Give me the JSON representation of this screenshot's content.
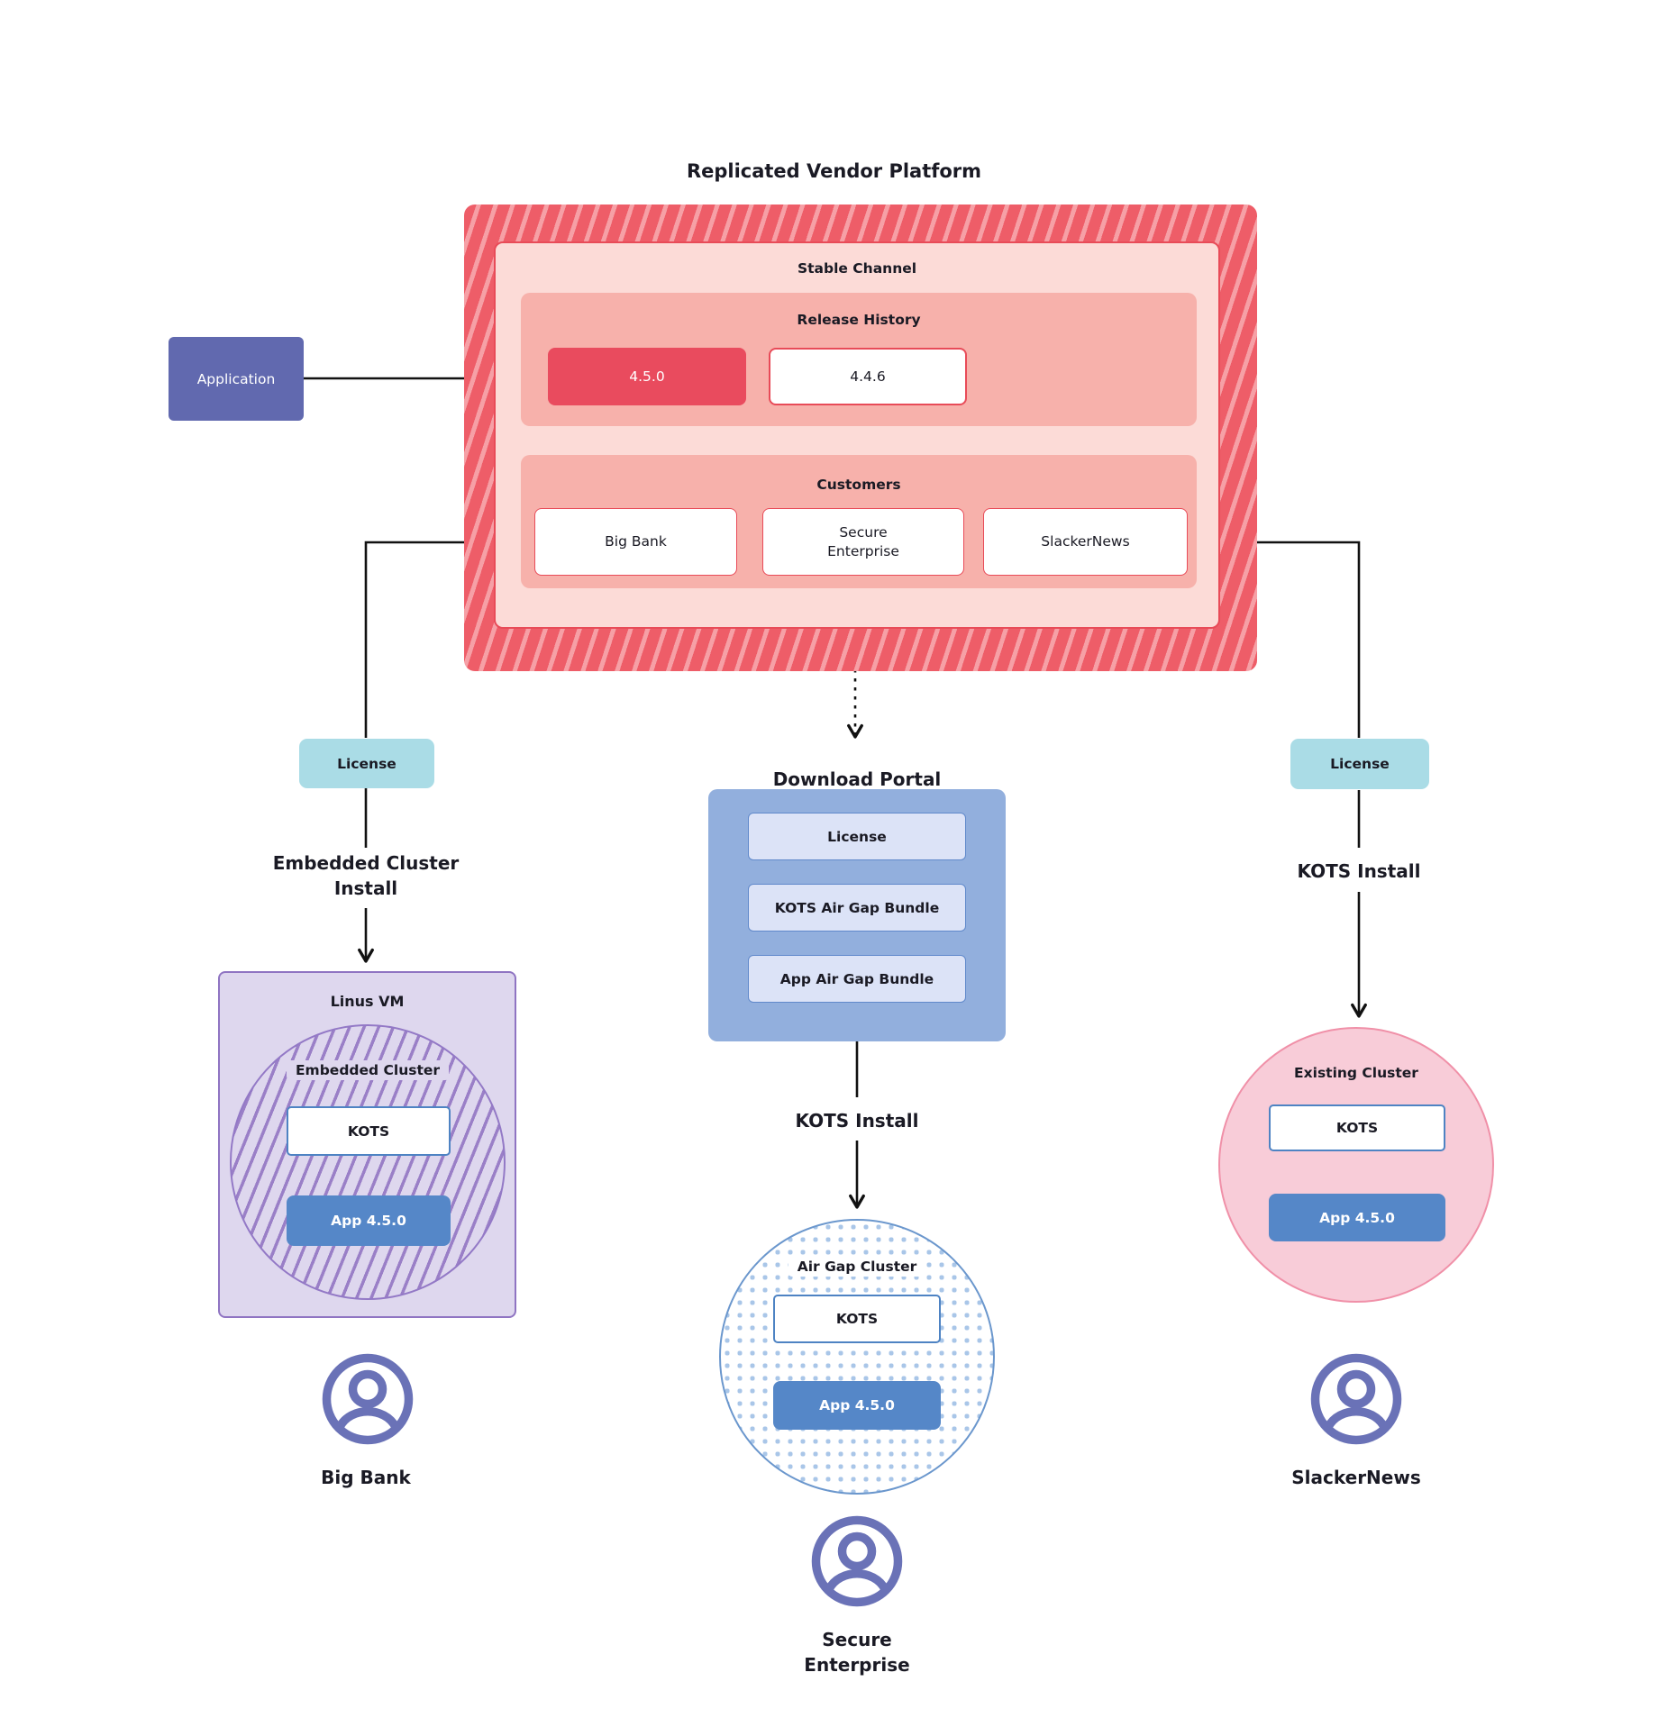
{
  "diagram_title": "Replicated Vendor Platform",
  "vendor_platform": {
    "stable_channel_label": "Stable Channel",
    "release_history": {
      "label": "Release History",
      "current_release": "4.5.0",
      "previous_release": "4.4.6"
    },
    "customers": {
      "label": "Customers",
      "items": [
        "Big Bank",
        "Secure Enterprise",
        "SlackerNews"
      ]
    }
  },
  "application": {
    "label": "Application"
  },
  "left_flow": {
    "license_label": "License",
    "install_method": "Embedded Cluster Install",
    "vm_label": "Linus VM",
    "cluster_label": "Embedded Cluster",
    "kots_label": "KOTS",
    "app_label": "App 4.5.0",
    "customer_name": "Big Bank"
  },
  "middle_flow": {
    "portal_title": "Download Portal",
    "portal_items": [
      "License",
      "KOTS Air Gap Bundle",
      "App Air Gap Bundle"
    ],
    "install_method": "KOTS Install",
    "cluster_label": "Air Gap Cluster",
    "kots_label": "KOTS",
    "app_label": "App 4.5.0",
    "customer_name": "Secure Enterprise"
  },
  "right_flow": {
    "license_label": "License",
    "install_method": "KOTS Install",
    "cluster_label": "Existing Cluster",
    "kots_label": "KOTS",
    "app_label": "App 4.5.0",
    "customer_name": "SlackerNews"
  },
  "colors": {
    "channel_hatch_red": "#ee5d68",
    "channel_border_red": "#e84b58",
    "release_current_red": "#e94b5e",
    "application_purple": "#6169af",
    "license_cyan": "#aadce6",
    "portal_blue": "#92afdd",
    "app_install_blue": "#5587c8",
    "vm_purple": "#ded7ee",
    "embedded_hatch_purple": "#9a7fc7",
    "airgap_dot_blue": "#a9c6e8",
    "existing_cluster_pink": "#f8ccd8",
    "user_icon_purple": "#6a72b7"
  }
}
